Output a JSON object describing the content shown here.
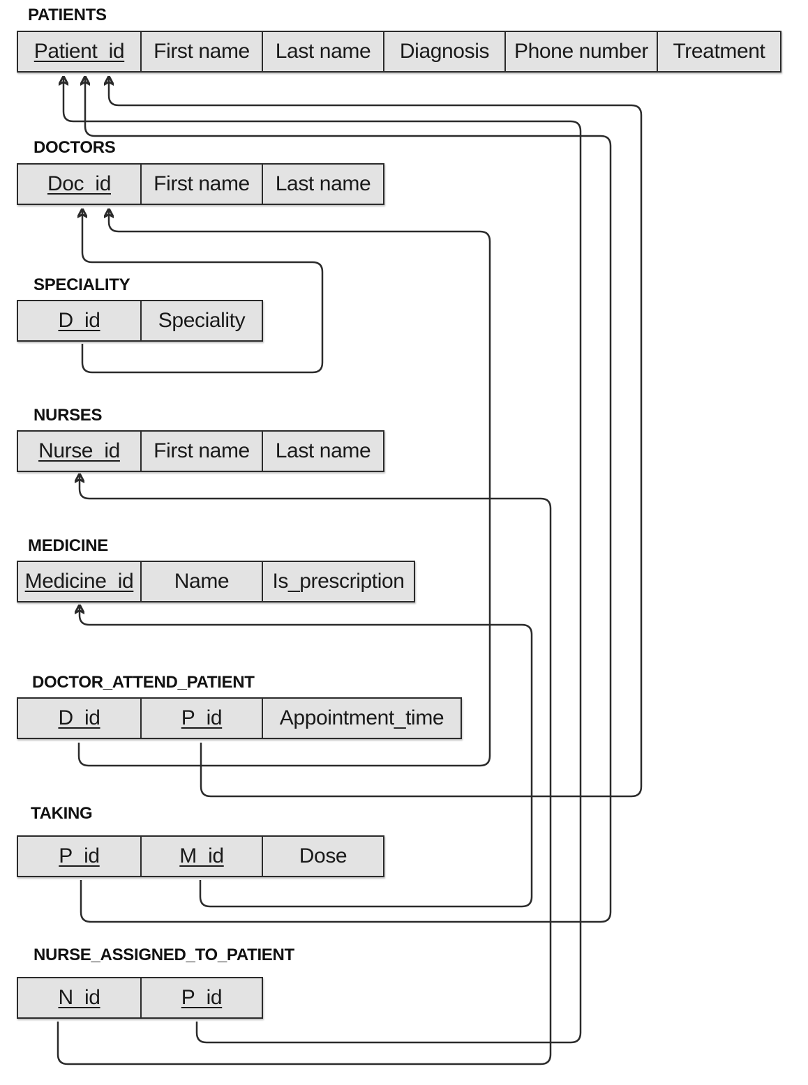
{
  "tables": [
    {
      "title": "PATIENTS",
      "columns": [
        {
          "label": "Patient_id",
          "key": true
        },
        {
          "label": "First name",
          "key": false
        },
        {
          "label": "Last name",
          "key": false
        },
        {
          "label": "Diagnosis",
          "key": false
        },
        {
          "label": "Phone number",
          "key": false
        },
        {
          "label": "Treatment",
          "key": false
        }
      ]
    },
    {
      "title": "DOCTORS",
      "columns": [
        {
          "label": "Doc_id",
          "key": true
        },
        {
          "label": "First name",
          "key": false
        },
        {
          "label": "Last name",
          "key": false
        }
      ]
    },
    {
      "title": "SPECIALITY",
      "columns": [
        {
          "label": "D_id",
          "key": true
        },
        {
          "label": "Speciality",
          "key": false
        }
      ]
    },
    {
      "title": "NURSES",
      "columns": [
        {
          "label": "Nurse_id",
          "key": true
        },
        {
          "label": "First name",
          "key": false
        },
        {
          "label": "Last name",
          "key": false
        }
      ]
    },
    {
      "title": "MEDICINE",
      "columns": [
        {
          "label": "Medicine_id",
          "key": true
        },
        {
          "label": "Name",
          "key": false
        },
        {
          "label": "Is_prescription",
          "key": false
        }
      ]
    },
    {
      "title": "DOCTOR_ATTEND_PATIENT",
      "columns": [
        {
          "label": "D_id",
          "key": true
        },
        {
          "label": "P_id",
          "key": true
        },
        {
          "label": "Appointment_time",
          "key": false
        }
      ]
    },
    {
      "title": "TAKING",
      "columns": [
        {
          "label": "P_id",
          "key": true
        },
        {
          "label": "M_id",
          "key": true
        },
        {
          "label": "Dose",
          "key": false
        }
      ]
    },
    {
      "title": "NURSE_ASSIGNED_TO_PATIENT",
      "columns": [
        {
          "label": "N_id",
          "key": true
        },
        {
          "label": "P_id",
          "key": true
        }
      ]
    }
  ],
  "relationships": [
    {
      "from_table": "SPECIALITY",
      "from_column": "D_id",
      "to_table": "DOCTORS",
      "to_column": "Doc_id"
    },
    {
      "from_table": "DOCTOR_ATTEND_PATIENT",
      "from_column": "D_id",
      "to_table": "DOCTORS",
      "to_column": "Doc_id"
    },
    {
      "from_table": "DOCTOR_ATTEND_PATIENT",
      "from_column": "P_id",
      "to_table": "PATIENTS",
      "to_column": "Patient_id"
    },
    {
      "from_table": "TAKING",
      "from_column": "P_id",
      "to_table": "PATIENTS",
      "to_column": "Patient_id"
    },
    {
      "from_table": "TAKING",
      "from_column": "M_id",
      "to_table": "MEDICINE",
      "to_column": "Medicine_id"
    },
    {
      "from_table": "NURSE_ASSIGNED_TO_PATIENT",
      "from_column": "N_id",
      "to_table": "NURSES",
      "to_column": "Nurse_id"
    },
    {
      "from_table": "NURSE_ASSIGNED_TO_PATIENT",
      "from_column": "P_id",
      "to_table": "PATIENTS",
      "to_column": "Patient_id"
    }
  ]
}
